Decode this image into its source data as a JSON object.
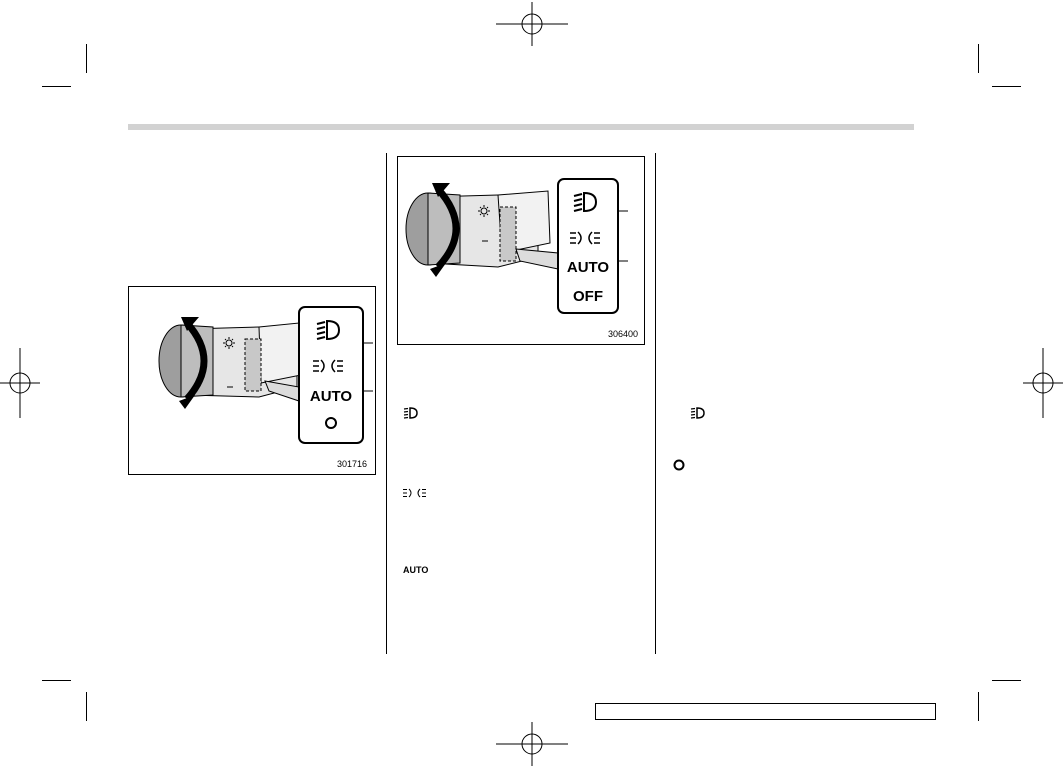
{
  "page": {
    "header_band_color": "#d2d2d2"
  },
  "figures": [
    {
      "id": "fig-left",
      "code": "301716",
      "panel_labels": [
        "AUTO"
      ],
      "icons": [
        "headlight-high-beam-icon",
        "side-lights-icon",
        "auto-label",
        "off-circle-icon"
      ]
    },
    {
      "id": "fig-right",
      "code": "306400",
      "panel_labels": [
        "AUTO",
        "OFF"
      ],
      "icons": [
        "headlight-high-beam-icon",
        "side-lights-icon",
        "auto-label",
        "off-label"
      ]
    }
  ],
  "inline_symbols": {
    "col2": [
      {
        "icon": "headlight-icon"
      },
      {
        "icon": "side-lights-icon"
      },
      {
        "icon": "auto-label",
        "text": "AUTO"
      }
    ],
    "col3": [
      {
        "icon": "headlight-icon"
      },
      {
        "icon": "off-circle-icon"
      }
    ]
  }
}
